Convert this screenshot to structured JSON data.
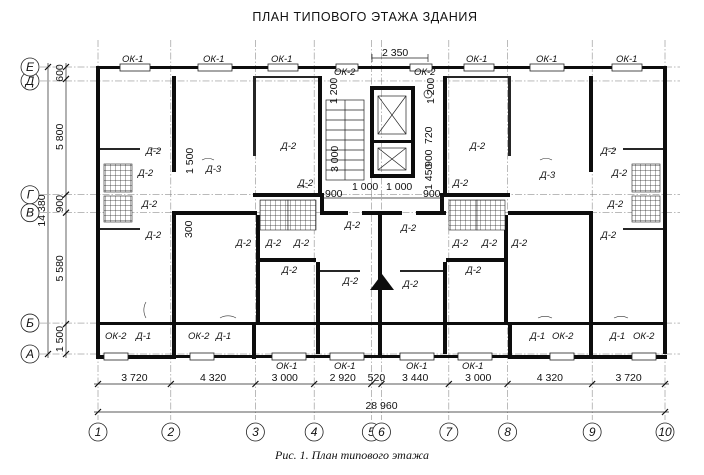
{
  "title": "ПЛАН ТИПОВОГО ЭТАЖА ЗДАНИЯ",
  "caption": "Рис. 1. План типового этажа",
  "axes": {
    "columns": [
      "1",
      "2",
      "3",
      "4",
      "5",
      "6",
      "7",
      "8",
      "9",
      "10"
    ],
    "rows": [
      "А",
      "Б",
      "В",
      "Г",
      "Д",
      "Е"
    ]
  },
  "dimensions": {
    "horizontal": [
      {
        "text": "3 720",
        "mm": 3720
      },
      {
        "text": "4 320",
        "mm": 4320
      },
      {
        "text": "3 000",
        "mm": 3000
      },
      {
        "text": "2 920",
        "mm": 2920
      },
      {
        "text": "520",
        "mm": 520
      },
      {
        "text": "3 440",
        "mm": 3440
      },
      {
        "text": "3 000",
        "mm": 3000
      },
      {
        "text": "4 320",
        "mm": 4320
      },
      {
        "text": "3 720",
        "mm": 3720
      }
    ],
    "horizontal_total": "28 960",
    "vertical": [
      {
        "text": "1 500",
        "mm": 1500
      },
      {
        "text": "5 580",
        "mm": 5580
      },
      {
        "text": "900",
        "mm": 900
      },
      {
        "text": "5 800",
        "mm": 5800
      },
      {
        "text": "600",
        "mm": 600
      }
    ],
    "vertical_total": "14 380",
    "inner": [
      "2 350",
      "1 200",
      "1 200",
      "3 000",
      "720",
      "900",
      "1 450",
      "1 500",
      "300",
      "900",
      "1 000",
      "1 000",
      "900"
    ]
  },
  "openings": {
    "window_top": "ОК-1",
    "window_stair": "ОК-2",
    "window_bottom_small": "ОК-2",
    "window_bottom": "ОК-1",
    "door_main": "Д-2",
    "door_entry": "Д-1",
    "door_balcony": "Д-3"
  }
}
